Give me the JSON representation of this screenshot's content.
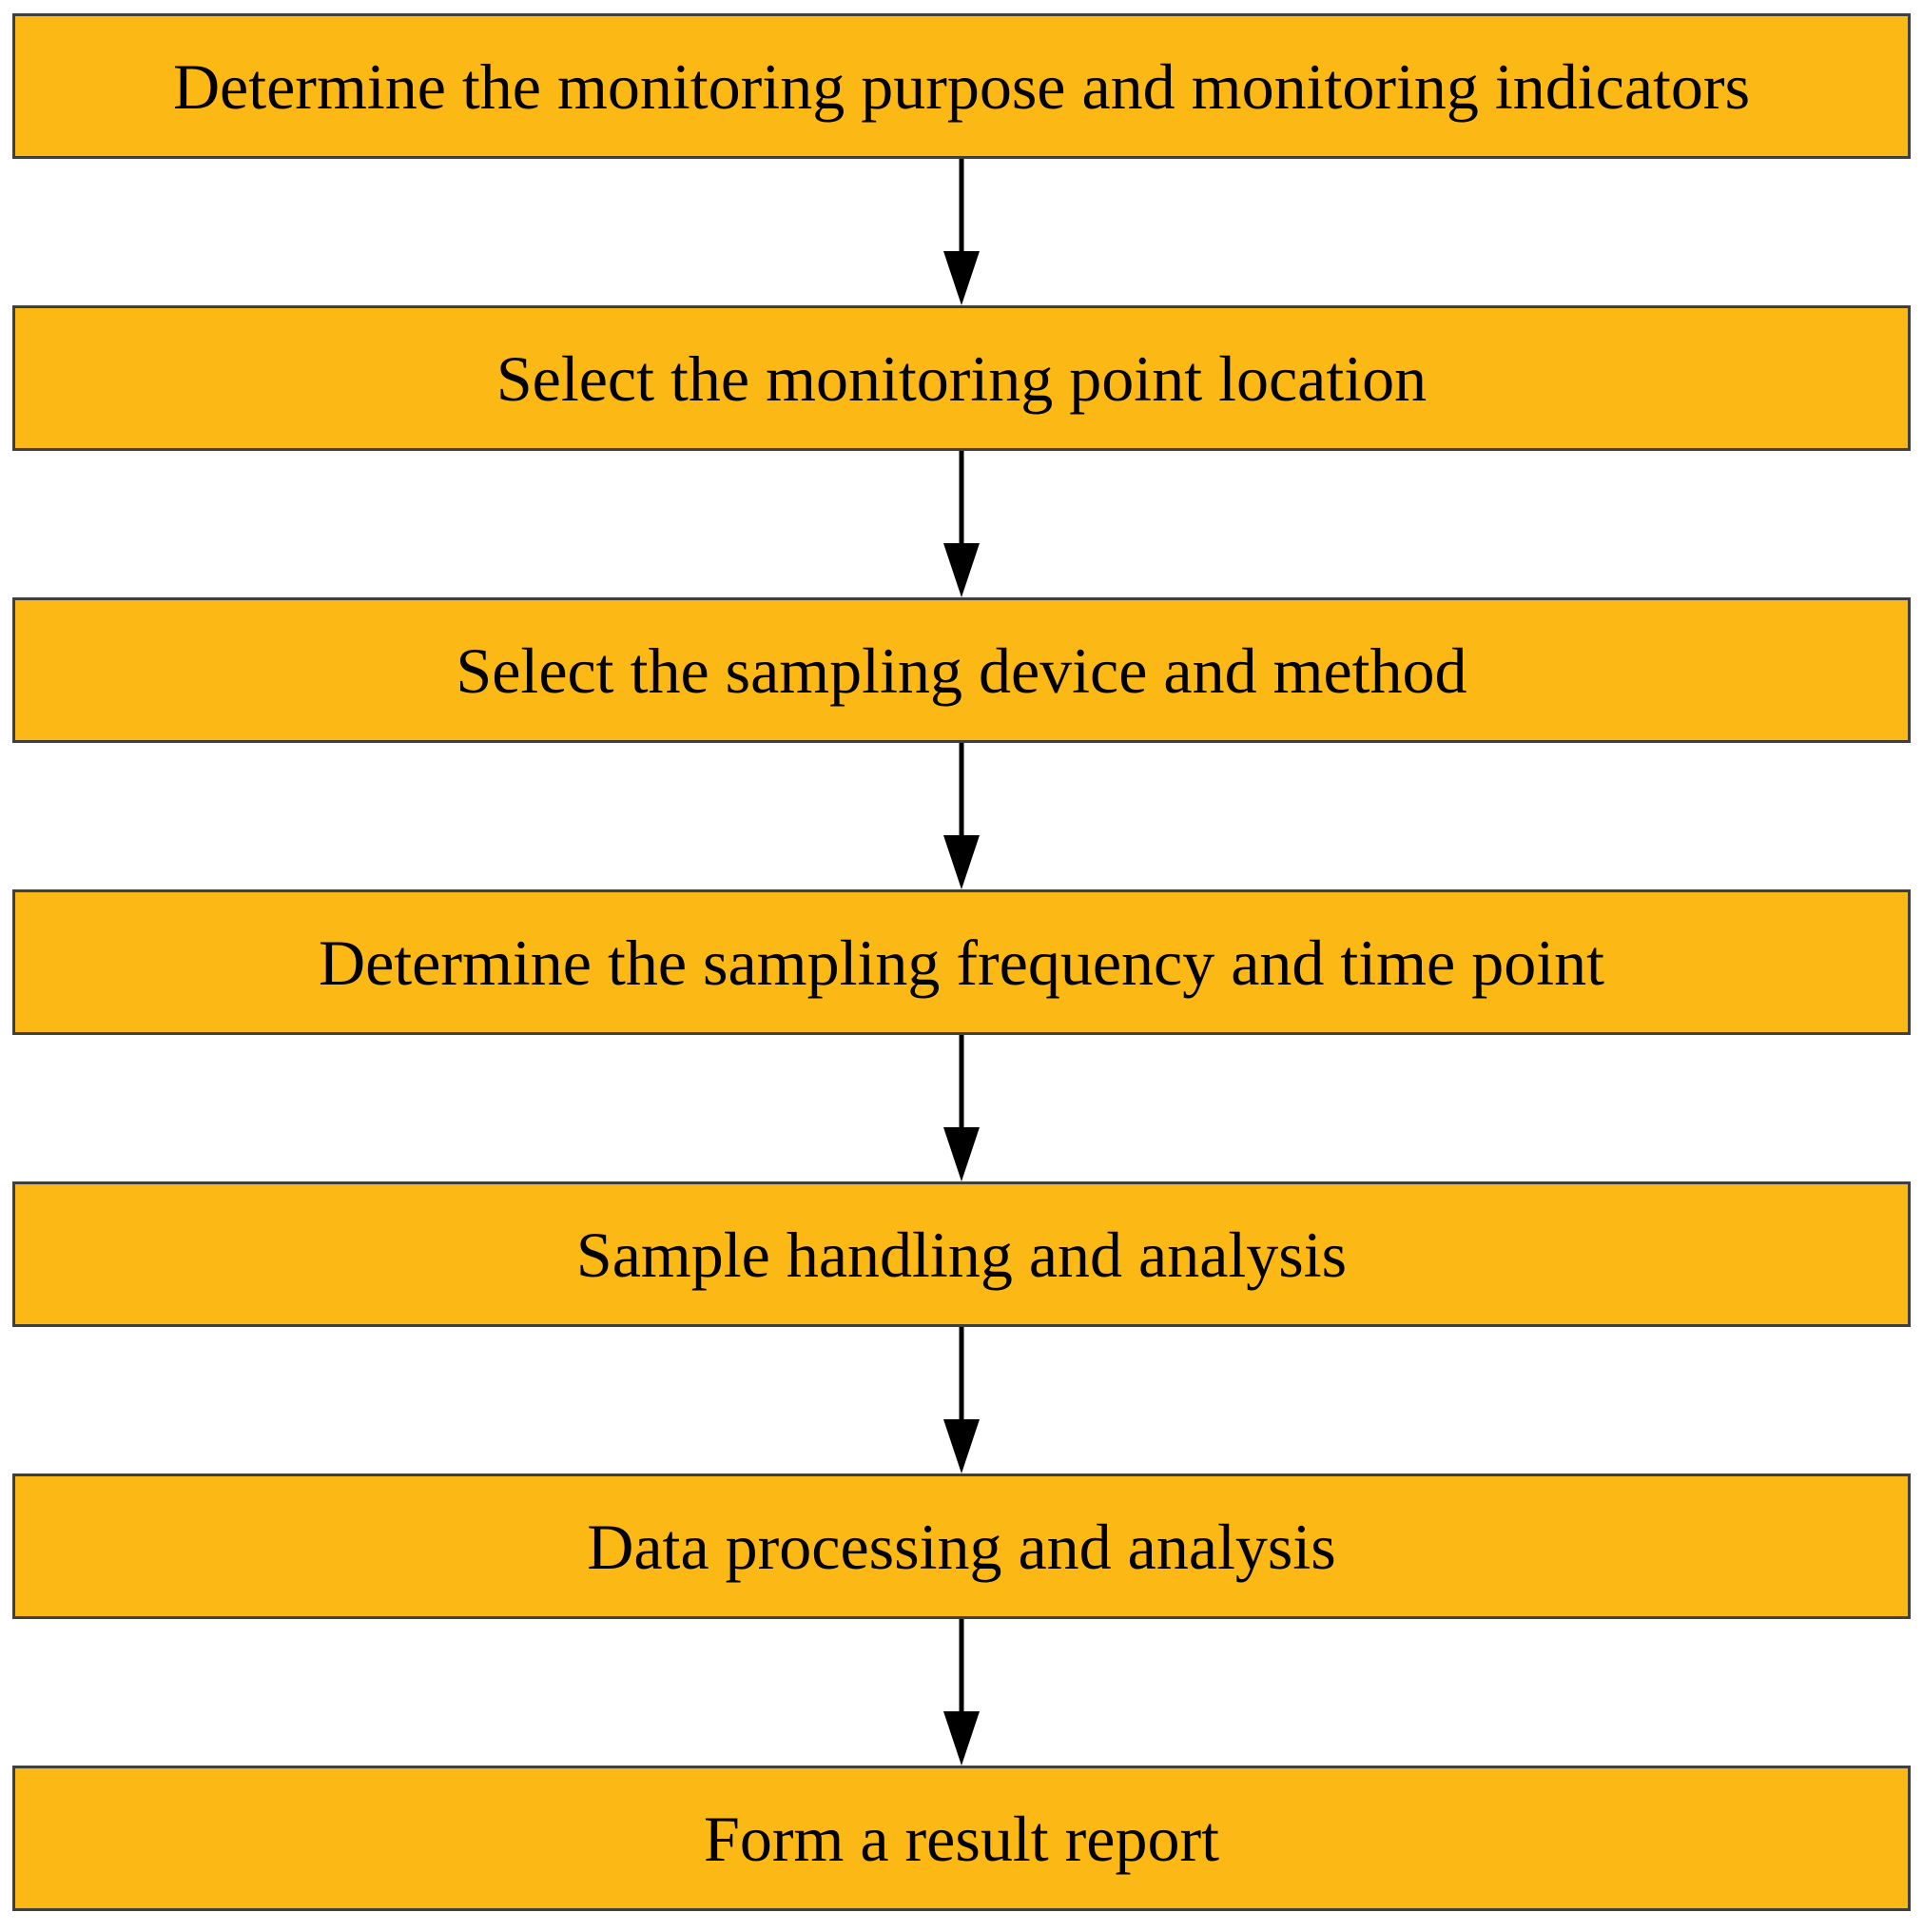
{
  "flowchart": {
    "type": "vertical-process-flow",
    "colors": {
      "box_fill": "#FCB815",
      "box_border": "#3F3F3F",
      "arrow": "#000000",
      "text": "#000000",
      "background": "#FFFFFF"
    },
    "steps": [
      {
        "label": "Determine the monitoring purpose and monitoring indicators"
      },
      {
        "label": "Select the monitoring point location"
      },
      {
        "label": "Select the sampling device and method"
      },
      {
        "label": "Determine the sampling frequency and time point"
      },
      {
        "label": "Sample handling and analysis"
      },
      {
        "label": "Data processing and analysis"
      },
      {
        "label": "Form a result report"
      }
    ]
  }
}
